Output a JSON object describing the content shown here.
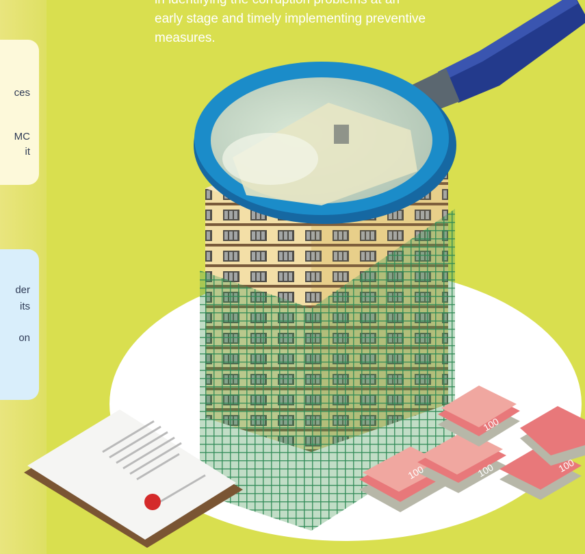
{
  "intro_text": {
    "line1": "in identifying the corruption problems at an",
    "line2": "early stage and timely implementing preventive",
    "line3": "measures."
  },
  "card_yellow": {
    "frag1": "ces",
    "frag2": "MC",
    "frag3": "it"
  },
  "card_blue": {
    "frag1": "der",
    "frag2": "its",
    "frag3": "on"
  },
  "banknote_label": "100",
  "colors": {
    "background": "#d9df4f",
    "lens_rim": "#1b8cc9",
    "handle": "#233a8c",
    "building": "#f3dfa7",
    "net": "#2f8a55",
    "banknote": "#e8787a",
    "seal": "#d42a2a"
  }
}
